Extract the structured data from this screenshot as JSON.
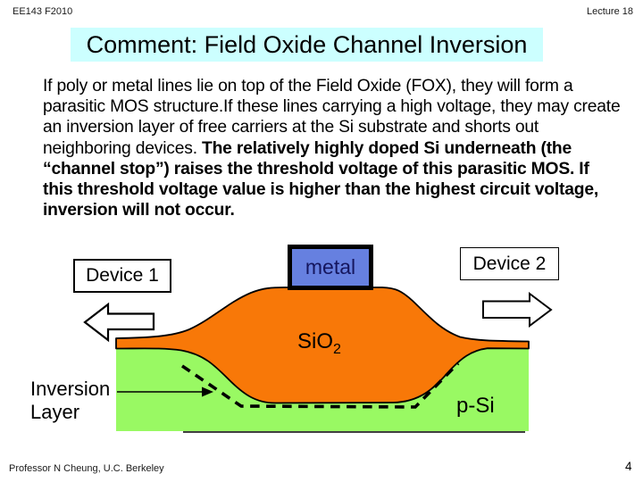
{
  "slide": {
    "header": {
      "course": "EE143 F2010",
      "lecture": "Lecture 18"
    },
    "title": "Comment: Field Oxide Channel Inversion",
    "body": {
      "normal": "If poly or metal lines lie on top of the Field Oxide (FOX), they will form a parasitic MOS structure.If these lines carrying a high voltage, they may create an inversion layer of free carriers at the Si substrate and shorts out neighboring devices. ",
      "bold": "The relatively highly doped Si underneath (the “channel stop”) raises the threshold voltage of this parasitic MOS. If this threshold voltage value  is higher than the highest  circuit voltage, inversion will not occur."
    },
    "diagram": {
      "device1_label": "Device 1",
      "device2_label": "Device 2",
      "metal_label": "metal",
      "sio2_base": "SiO",
      "sio2_sub": "2",
      "psi_label": "p-Si",
      "inversion_label": "Inversion\nLayer",
      "colors": {
        "title_bg": "#CCFFFF",
        "oxide_orange": "#F87808",
        "silicon_green": "#99F963",
        "metal_fill": "#6680E0",
        "metal_text": "#15165E"
      }
    },
    "footer": {
      "credit": "Professor  N Cheung, U.C. Berkeley",
      "page": "4"
    }
  }
}
